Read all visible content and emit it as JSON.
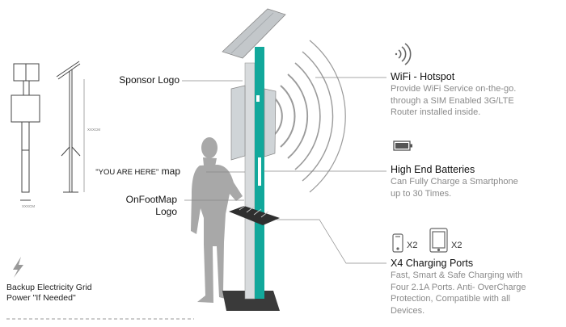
{
  "diagram": {
    "sketch_dims": {
      "height": "XXXCM",
      "width": "XXXCM"
    },
    "left_labels": {
      "sponsor_logo": "Sponsor Logo",
      "you_are_here_prefix": "\"YOU ARE HERE\"",
      "you_are_here_suffix": "map",
      "onfootmap_line1": "OnFootMap",
      "onfootmap_line2": "Logo"
    },
    "backup": {
      "line1": "Backup Electricity Grid",
      "line2": "Power \"If Needed\""
    },
    "features": [
      {
        "icon": "wifi-icon",
        "title": "WiFi - Hotspot",
        "lines": [
          "Provide WiFi Service on-the-go.",
          "through a SIM Enabled 3G/LTE",
          "Router installed inside."
        ]
      },
      {
        "icon": "battery-icon",
        "title": "High End Batteries",
        "lines": [
          "Can Fully Charge a Smartphone",
          "up to 30 Times."
        ]
      },
      {
        "icon": "devices-icon",
        "title": "X4 Charging Ports",
        "lines": [
          "Fast, Smart & Safe Charging with",
          "Four 2.1A Ports. Anti- OverCharge",
          "Protection, Compatible with all",
          "Devices."
        ]
      }
    ],
    "device_counts": {
      "phone": "X2",
      "tablet": "X2"
    },
    "colors": {
      "teal": "#12a89b",
      "panel": "#b9bec2",
      "ground": "#3a3a3a"
    }
  }
}
